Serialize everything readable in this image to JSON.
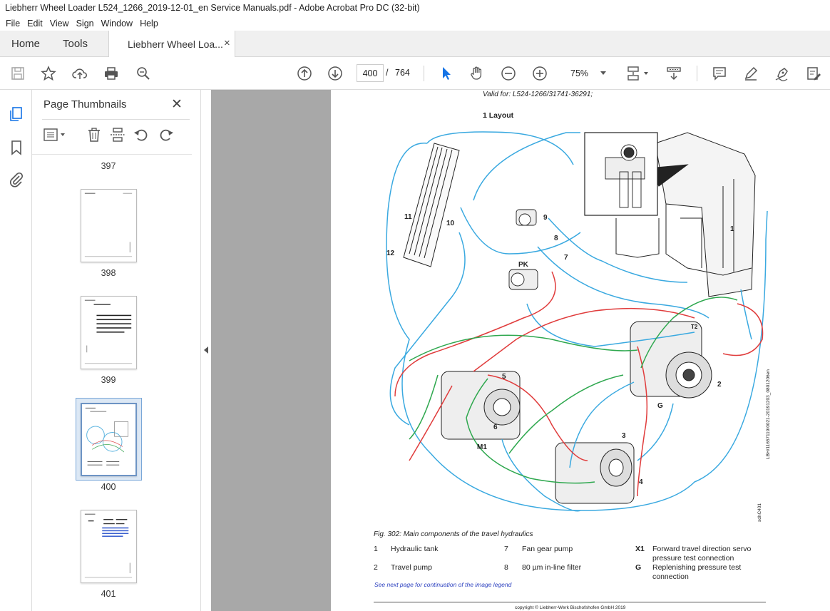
{
  "window": {
    "title": "Liebherr Wheel Loader L524_1266_2019-12-01_en Service Manuals.pdf - Adobe Acrobat Pro DC (32-bit)"
  },
  "menu": [
    "File",
    "Edit",
    "View",
    "Sign",
    "Window",
    "Help"
  ],
  "tabs": {
    "home": "Home",
    "tools": "Tools",
    "document": "Liebherr Wheel Loa...",
    "close": "×"
  },
  "toolbar": {
    "current_page": "400",
    "page_separator": "/",
    "total_pages": "764",
    "zoom": "75%"
  },
  "sidebar": {
    "title": "Page Thumbnails",
    "close": "✕",
    "thumbnails": [
      {
        "label": "397"
      },
      {
        "label": "398"
      },
      {
        "label": "399"
      },
      {
        "label": "400",
        "selected": true
      },
      {
        "label": "401"
      }
    ]
  },
  "document": {
    "valid_for": "Valid for: L524-1266/31741-36291;",
    "heading": "1 Layout",
    "figure_caption": "Fig. 302: Main components of the travel hydraulics",
    "legend": [
      {
        "num": "1",
        "text": "Hydraulic tank"
      },
      {
        "num": "2",
        "text": "Travel pump"
      },
      {
        "num": "7",
        "text": "Fan gear pump"
      },
      {
        "num": "8",
        "text": "80 µm in-line filter"
      },
      {
        "num": "X1",
        "text": "Forward travel direction servo pressure test connection"
      },
      {
        "num": "G",
        "text": "Replenishing pressure test connection"
      }
    ],
    "continuation_note": "See next page for continuation of the image legend",
    "footer": "copyright © Liebherr-Werk Bischofshofen GmbH 2019",
    "side_code": "LBH/11657119/0021-20191203_0801206en",
    "side_code2": "sdhC401",
    "callouts": {
      "c1": "1",
      "c2": "2",
      "c3": "3",
      "c4": "4",
      "c5": "5",
      "c6": "6",
      "c7": "7",
      "c8": "8",
      "c9": "9",
      "c10": "10",
      "c11": "11",
      "c12": "12",
      "pk": "PK",
      "m1": "M1",
      "g": "G",
      "t2": "T2"
    }
  },
  "colors": {
    "accent": "#1473e6",
    "hose_blue": "#3aa9e0",
    "hose_red": "#e03c3c",
    "hose_green": "#2fa84f",
    "selected_thumb": "#dce8f5"
  }
}
